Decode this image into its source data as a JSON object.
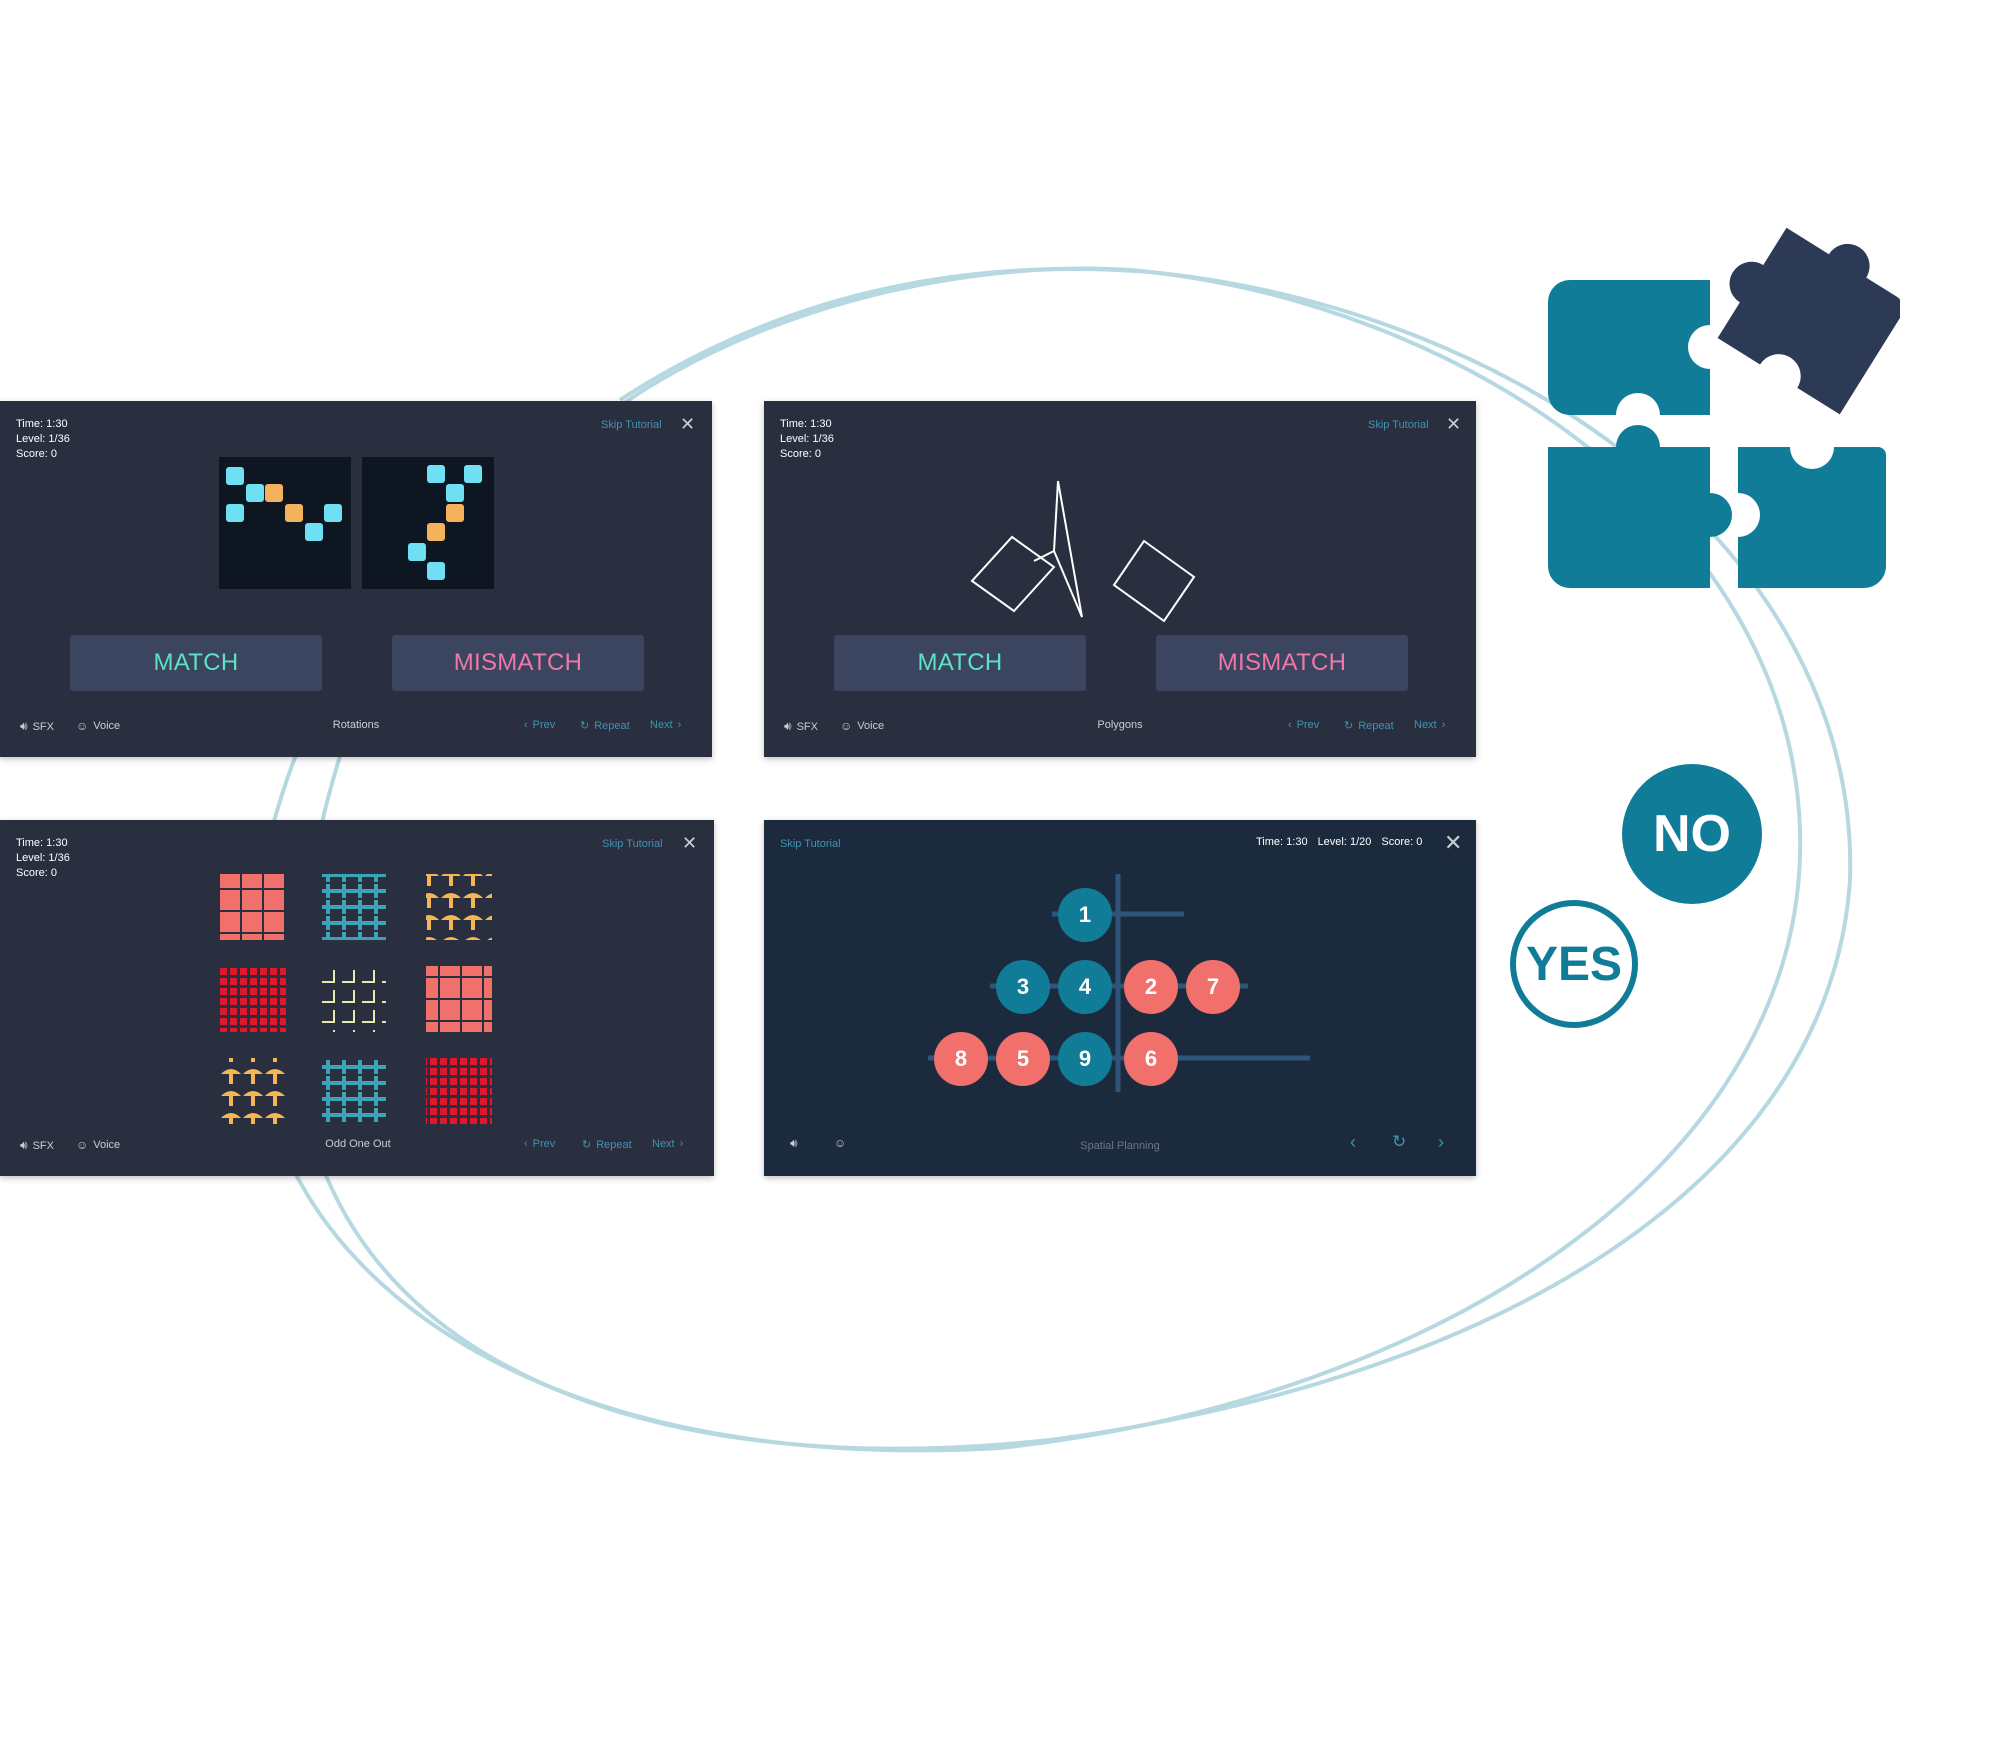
{
  "colors": {
    "panel_bg": "#2a2f40",
    "panel_bg_dark": "#1c2a3d",
    "match_text": "#5de3c3",
    "mismatch_text": "#ef78a6",
    "link_text": "#3f94b0",
    "brand_teal": "#117c98",
    "brand_navy": "#2c3a55",
    "salmon": "#f2706b",
    "orbit": "#b6d8e1"
  },
  "common": {
    "time_text": "Time: 1:30",
    "level_text": "Level: 1/36",
    "score_text": "Score: 0",
    "skip_label": "Skip Tutorial",
    "close_glyph": "✕",
    "sfx_label": "SFX",
    "voice_label": "Voice",
    "prev_label": "Prev",
    "repeat_label": "Repeat",
    "next_label": "Next",
    "match_label": "MATCH",
    "mismatch_label": "MISMATCH"
  },
  "panels": {
    "rotations": {
      "name": "Rotations"
    },
    "polygons": {
      "name": "Polygons"
    },
    "odd_one_out": {
      "name": "Odd One Out"
    },
    "spatial": {
      "name": "Spatial Planning",
      "skip_label": "Skip Tutorial",
      "time_text": "Time: 1:30",
      "level_text": "Level: 1/20",
      "score_text": "Score: 0",
      "top_row": [
        "1"
      ],
      "middle_row": [
        "3",
        "4",
        "2",
        "7"
      ],
      "bottom_row": [
        "8",
        "5",
        "9",
        "6"
      ]
    }
  },
  "icons": {
    "sound": "speaker-icon",
    "voice": "voice-icon",
    "prev": "chevron-left-icon",
    "repeat": "repeat-icon",
    "next": "chevron-right-icon",
    "close": "close-icon",
    "puzzle": "puzzle-icon"
  },
  "badges": {
    "no_label": "NO",
    "yes_label": "YES"
  }
}
